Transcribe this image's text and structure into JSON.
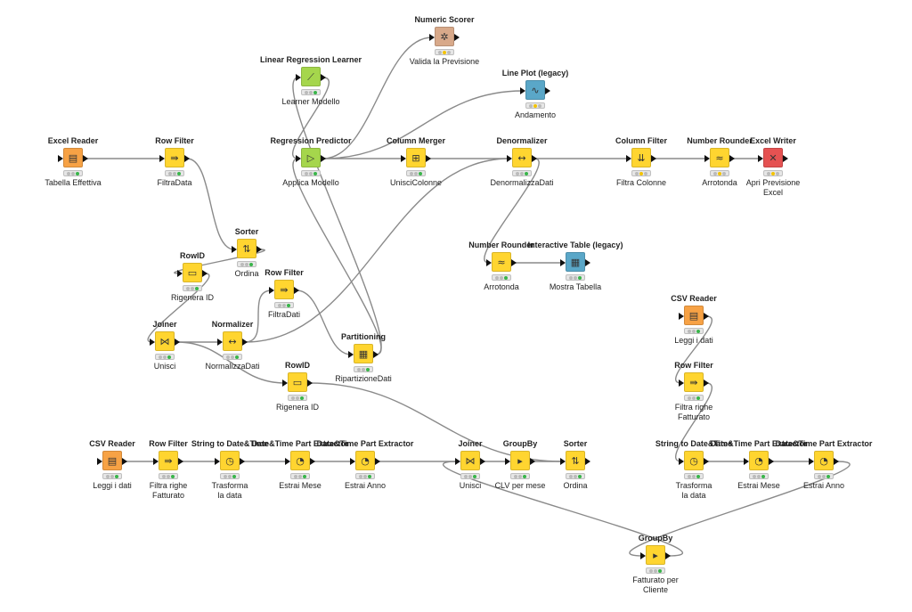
{
  "nodes": [
    {
      "id": "n1",
      "title": "Excel Reader",
      "label": "Tabella Effettiva",
      "color": "orange",
      "glyph": "▤",
      "status": "green"
    },
    {
      "id": "n2",
      "title": "Row Filter",
      "label": "FiltraData",
      "color": "yellow",
      "glyph": "⇛",
      "status": "green"
    },
    {
      "id": "n3",
      "title": "Linear Regression Learner",
      "label": "Learner Modello",
      "color": "green",
      "glyph": "⟋",
      "status": "green"
    },
    {
      "id": "n4",
      "title": "Regression Predictor",
      "label": "Applica Modello",
      "color": "green",
      "glyph": "▷",
      "status": "green"
    },
    {
      "id": "n5",
      "title": "Numeric Scorer",
      "label": "Valida la Previsione",
      "color": "tan",
      "glyph": "✲",
      "status": "yellow"
    },
    {
      "id": "n6",
      "title": "Line Plot (legacy)",
      "label": "Andamento",
      "color": "teal",
      "glyph": "∿",
      "status": "yellow"
    },
    {
      "id": "n7",
      "title": "Column Merger",
      "label": "UnisciColonne",
      "color": "yellow",
      "glyph": "⊞",
      "status": "green"
    },
    {
      "id": "n8",
      "title": "Denormalizer",
      "label": "DenormalizzaDati",
      "color": "yellow",
      "glyph": "↔",
      "status": "green"
    },
    {
      "id": "n9",
      "title": "Column Filter",
      "label": "Filtra Colonne",
      "color": "yellow",
      "glyph": "⇊",
      "status": "yellow"
    },
    {
      "id": "n10",
      "title": "Number Rounder",
      "label": "Arrotonda",
      "color": "yellow",
      "glyph": "≈",
      "status": "yellow"
    },
    {
      "id": "n11",
      "title": "Excel Writer",
      "label": "Apri Previsione\nExcel",
      "color": "red",
      "glyph": "✕",
      "status": "yellow"
    },
    {
      "id": "n12",
      "title": "Sorter",
      "label": "Ordina",
      "color": "yellow",
      "glyph": "⇅",
      "status": "green"
    },
    {
      "id": "n13",
      "title": "RowID",
      "label": "Rigenera ID",
      "color": "yellow",
      "glyph": "▭",
      "status": "green"
    },
    {
      "id": "n14",
      "title": "Row Filter",
      "label": "FiltraDati",
      "color": "yellow",
      "glyph": "⇛",
      "status": "green"
    },
    {
      "id": "n15",
      "title": "Joiner",
      "label": "Unisci",
      "color": "yellow",
      "glyph": "⋈",
      "status": "green"
    },
    {
      "id": "n16",
      "title": "Normalizer",
      "label": "NormalizzaDati",
      "color": "yellow",
      "glyph": "↔",
      "status": "green"
    },
    {
      "id": "n17",
      "title": "Partitioning",
      "label": "RipartizioneDati",
      "color": "yellow",
      "glyph": "▦",
      "status": "green"
    },
    {
      "id": "n18",
      "title": "RowID",
      "label": "Rigenera ID",
      "color": "yellow",
      "glyph": "▭",
      "status": "green"
    },
    {
      "id": "n19",
      "title": "Number Rounder",
      "label": "Arrotonda",
      "color": "yellow",
      "glyph": "≈",
      "status": "green"
    },
    {
      "id": "n20",
      "title": "Interactive Table (legacy)",
      "label": "Mostra Tabella",
      "color": "teal",
      "glyph": "▦",
      "status": "green"
    },
    {
      "id": "n21",
      "title": "CSV Reader",
      "label": "Leggi i dati",
      "color": "orange",
      "glyph": "▤",
      "status": "green"
    },
    {
      "id": "n22",
      "title": "Row Filter",
      "label": "Filtra righe\nFatturato",
      "color": "yellow",
      "glyph": "⇛",
      "status": "green"
    },
    {
      "id": "n23",
      "title": "String to Date&Time",
      "label": "Trasforma\nla data",
      "color": "yellow",
      "glyph": "◷",
      "status": "green"
    },
    {
      "id": "n24",
      "title": "Date&Time Part Extractor",
      "label": "Estrai Mese",
      "color": "yellow",
      "glyph": "◔",
      "status": "green"
    },
    {
      "id": "n25",
      "title": "Date&Time Part Extractor",
      "label": "Estrai Anno",
      "color": "yellow",
      "glyph": "◔",
      "status": "green"
    },
    {
      "id": "n26",
      "title": "Joiner",
      "label": "Unisci",
      "color": "yellow",
      "glyph": "⋈",
      "status": "green"
    },
    {
      "id": "n27",
      "title": "GroupBy",
      "label": "CLV per mese",
      "color": "yellow",
      "glyph": "▸",
      "status": "green"
    },
    {
      "id": "n28",
      "title": "Sorter",
      "label": "Ordina",
      "color": "yellow",
      "glyph": "⇅",
      "status": "green"
    },
    {
      "id": "n29",
      "title": "CSV Reader",
      "label": "Leggi i dati",
      "color": "orange",
      "glyph": "▤",
      "status": "green"
    },
    {
      "id": "n30",
      "title": "Row Filter",
      "label": "Filtra righe\nFatturato",
      "color": "yellow",
      "glyph": "⇛",
      "status": "green"
    },
    {
      "id": "n31",
      "title": "String to Date&Time",
      "label": "Trasforma\nla data",
      "color": "yellow",
      "glyph": "◷",
      "status": "green"
    },
    {
      "id": "n32",
      "title": "Date&Time Part Extractor",
      "label": "Estrai Mese",
      "color": "yellow",
      "glyph": "◔",
      "status": "green"
    },
    {
      "id": "n33",
      "title": "Date&Time Part Extractor",
      "label": "Estrai Anno",
      "color": "yellow",
      "glyph": "◔",
      "status": "green"
    },
    {
      "id": "n34",
      "title": "GroupBy",
      "label": "Fatturato per\nCliente",
      "color": "yellow",
      "glyph": "▸",
      "status": "green"
    }
  ],
  "edges": [
    [
      "n1",
      "n2"
    ],
    [
      "n2",
      "n12"
    ],
    [
      "n12",
      "n13"
    ],
    [
      "n13",
      "n15"
    ],
    [
      "n15",
      "n16"
    ],
    [
      "n16",
      "n14"
    ],
    [
      "n14",
      "n17"
    ],
    [
      "n17",
      "n3"
    ],
    [
      "n17",
      "n4"
    ],
    [
      "n3",
      "n4"
    ],
    [
      "n16",
      "n8"
    ],
    [
      "n4",
      "n5"
    ],
    [
      "n4",
      "n6"
    ],
    [
      "n4",
      "n7"
    ],
    [
      "n7",
      "n8"
    ],
    [
      "n8",
      "n9"
    ],
    [
      "n9",
      "n10"
    ],
    [
      "n10",
      "n11"
    ],
    [
      "n8",
      "n19"
    ],
    [
      "n19",
      "n20"
    ],
    [
      "n15",
      "n18"
    ],
    [
      "n18",
      "n28"
    ],
    [
      "n21",
      "n22"
    ],
    [
      "n22",
      "n23"
    ],
    [
      "n23",
      "n24"
    ],
    [
      "n24",
      "n25"
    ],
    [
      "n25",
      "n26"
    ],
    [
      "n26",
      "n27"
    ],
    [
      "n27",
      "n28"
    ],
    [
      "n29",
      "n30"
    ],
    [
      "n30",
      "n31"
    ],
    [
      "n31",
      "n32"
    ],
    [
      "n32",
      "n33"
    ],
    [
      "n33",
      "n34"
    ],
    [
      "n34",
      "n26"
    ]
  ],
  "colors": {
    "orange": "#f7a245",
    "yellow": "#ffd530",
    "green": "#a5d64c",
    "teal": "#5aa7c8",
    "tan": "#d8a98a",
    "red": "#e55252",
    "edge": "#8a8a8a"
  }
}
